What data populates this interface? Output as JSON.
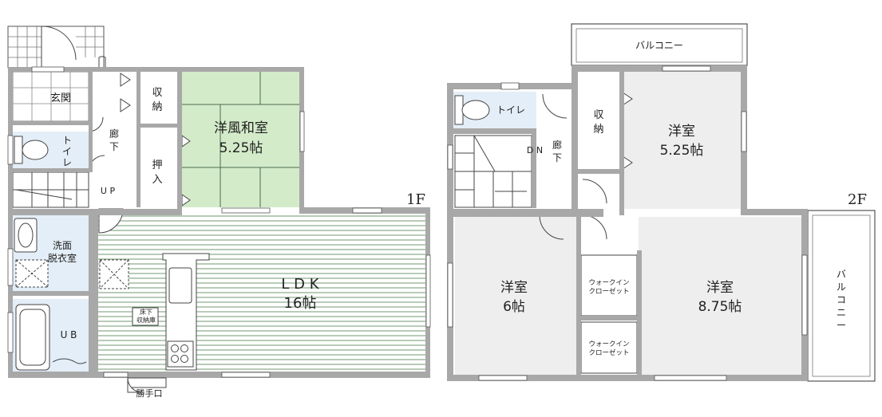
{
  "floor1": {
    "label": "1F",
    "rooms": {
      "genkan": "玄関",
      "shuno1": [
        "収",
        "納"
      ],
      "washitsu_name": "洋風和室",
      "washitsu_size": "5.25帖",
      "rouka": [
        "廊",
        "下"
      ],
      "toilet": [
        "ト",
        "イ",
        "レ"
      ],
      "oshiire": [
        "押",
        "入"
      ],
      "up": "U P",
      "senmen": [
        "洗面",
        "脱衣室"
      ],
      "ldk_name": "L D K",
      "ldk_size": "16帖",
      "underfloor": [
        "床下",
        "収納庫"
      ],
      "ub": "U B",
      "katteguchi": "勝手口"
    }
  },
  "floor2": {
    "label": "2F",
    "rooms": {
      "balcony_top": "バルコニー",
      "balcony_side": [
        "バ",
        "ル",
        "コ",
        "ニ",
        "ー"
      ],
      "toilet": "トイレ",
      "shuno": [
        "収",
        "納"
      ],
      "room_a_name": "洋室",
      "room_a_size": "5.25帖",
      "dn": "D N",
      "rouka": [
        "廊",
        "下"
      ],
      "room_b_name": "洋室",
      "room_b_size": "6帖",
      "room_c_name": "洋室",
      "room_c_size": "8.75帖",
      "wic1": [
        "ウォークイン",
        "クローゼット"
      ],
      "wic2": [
        "ウォークイン",
        "クローゼット"
      ]
    }
  },
  "colors": {
    "wall": "#a8a8a8",
    "washitsu": "#d3ebc9",
    "toilet_bath": "#e4eef8",
    "room_2f": "#eeeeee",
    "ldk_stripe": "#4d7a4d"
  }
}
